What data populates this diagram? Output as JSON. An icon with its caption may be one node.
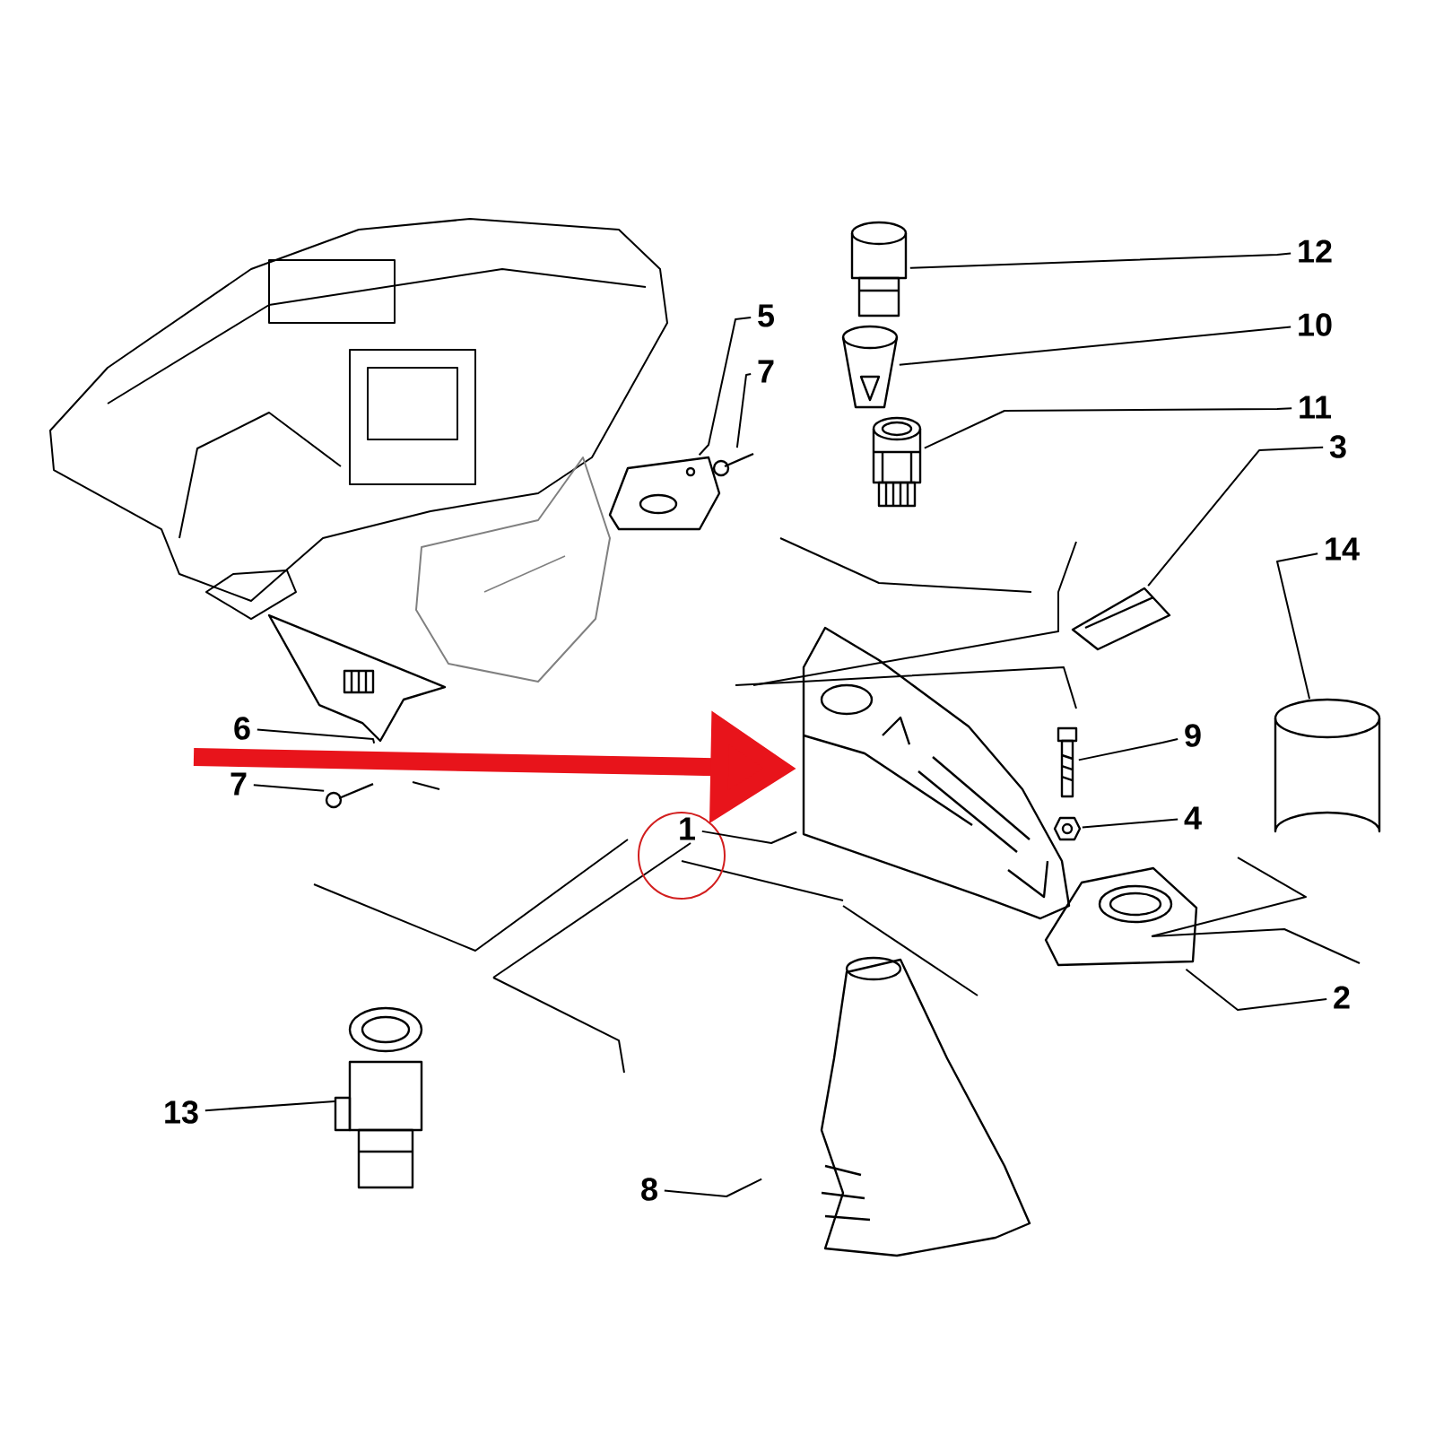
{
  "diagram": {
    "nodes": [
      {
        "text": [
          "12"
        ]
      },
      {
        "text": [
          "5"
        ]
      },
      {
        "text": [
          "10"
        ]
      },
      {
        "text": [
          "7"
        ]
      },
      {
        "text": [
          "11"
        ]
      },
      {
        "text": [
          "3"
        ]
      },
      {
        "text": [
          "14"
        ]
      },
      {
        "text": [
          "6"
        ]
      },
      {
        "text": [
          "9"
        ]
      },
      {
        "text": [
          "7"
        ]
      },
      {
        "text": [
          "4"
        ]
      },
      {
        "text": [
          "1"
        ]
      },
      {
        "text": [
          "2"
        ]
      },
      {
        "text": [
          "13"
        ]
      },
      {
        "text": [
          "8"
        ]
      },
      {
        "text": [],
        "shape": "picture"
      },
      {
        "text": [],
        "shape": "picture"
      },
      {
        "text": [],
        "shape": "picture"
      },
      {
        "text": [],
        "shape": "picture"
      },
      {
        "text": [],
        "shape": "picture"
      },
      {
        "text": [],
        "shape": "picture"
      },
      {
        "text": [],
        "shape": "cylinder"
      },
      {
        "text": [],
        "shape": "picture"
      },
      {
        "text": [],
        "shape": "picture"
      },
      {
        "text": [],
        "shape": "picture"
      },
      {
        "text": [],
        "shape": "picture"
      },
      {
        "text": [],
        "shape": "picture"
      },
      {
        "text": [],
        "shape": "picture"
      },
      {
        "text": [],
        "shape": "picture"
      },
      {
        "text": [],
        "shape": "picture"
      }
    ],
    "edges": [
      {
        "from": 0,
        "to": 15,
        "arrow": "none"
      },
      {
        "from": 1,
        "to": 16,
        "arrow": "none"
      },
      {
        "from": 2,
        "to": 17,
        "arrow": "none"
      },
      {
        "from": 3,
        "to": 18,
        "arrow": "none"
      },
      {
        "from": 4,
        "to": 19,
        "arrow": "none"
      },
      {
        "from": 5,
        "to": 20,
        "arrow": "none"
      },
      {
        "from": 6,
        "to": 21,
        "arrow": "none"
      },
      {
        "from": 7,
        "to": 22,
        "arrow": "none"
      },
      {
        "from": 8,
        "to": 23,
        "arrow": "none"
      },
      {
        "from": 9,
        "to": 24,
        "arrow": "none"
      },
      {
        "from": 10,
        "to": 25,
        "arrow": "none"
      },
      {
        "from": 11,
        "to": 26,
        "arrow": "none"
      },
      {
        "from": 12,
        "to": 27,
        "arrow": "none"
      },
      {
        "from": 13,
        "to": 28,
        "arrow": "none"
      },
      {
        "from": 14,
        "to": 29,
        "arrow": "none"
      },
      {
        "from": null,
        "to": 26,
        "arrow": "to",
        "style": "thick",
        "color": "#e8141b"
      }
    ]
  }
}
